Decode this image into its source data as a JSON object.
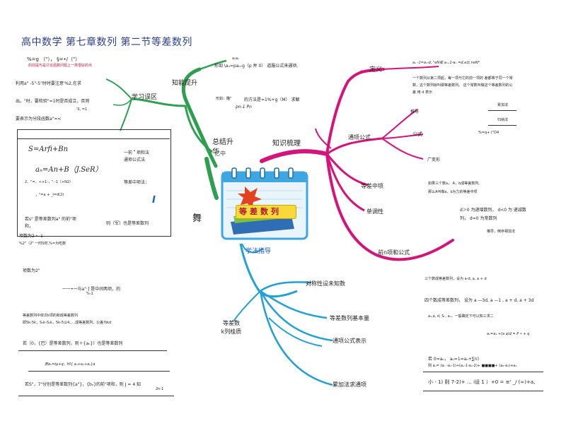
{
  "title": "高中数学 第七章数列 第二节等差数列",
  "colors": {
    "green": "#2e9e4f",
    "magenta": "#d4147a",
    "blue": "#22a0d8",
    "title": "#2b3f8f",
    "icon_blue": "#3ea6e0",
    "book_green": "#7cc043"
  },
  "center": {
    "label": "等差数列",
    "side_glyph": "舞",
    "blue_mark": "I"
  },
  "branches": {
    "zhineng": "知能提升",
    "xuexi": "学习误区",
    "zongjie": "总结升华",
    "zhishi": "知识梳理",
    "xuefa": "学法指导",
    "dingyi": "定义",
    "tongxiang": "通项公式",
    "dengcha_zhongxiang": "等差中项",
    "dantiao": "单调性",
    "qianxiang": "前n项和公式",
    "duichen": "对称性设未知数",
    "jiben": "等差数列基本量",
    "biaoshi": "通项公式表示",
    "qiuhe": "累加法求通项",
    "xingzhi": "等差数\nk列桂质"
  },
  "left_notes": {
    "formula_top": "%=g （\"）， §=•/（\"）",
    "red_note": "的前提与是讨论函数问题上一类很好的点",
    "line1": "利用a\" -5\"-5\"时时要注意'%2,在求",
    "line2": "出。\"时，要检验\"=1时是否成立，否则",
    "line3": "'S, =1",
    "line4": "要表示为分段函数a\"=<",
    "box_f1": "S=Arfi+Bn",
    "box_f2": "aₙ=An+B（J.SeR）",
    "box_r1": "一前＂项和法",
    "box_r2": "通项公式法",
    "box_l3": "2、\"=、<+1-，\" -1（+N2）",
    "box_r3": "等差中项法：",
    "box_l4": "，\"=a + _l=d(2)",
    "box_l5a": "若s\" 是等差数列a\" 的前\"项",
    "box_l5b": "和，",
    "box_r5": "则（军）也是等差数列",
    "below1": "项数为2・-1",
    "below2": "%2\"（2\" 一时S时,%=为吃数",
    "below3": "项数为2\"",
    "mid_a": "一一•一与a\"·]  是中间两项，的",
    "mid_b": "%-1",
    "sums1": "等差数列中依次k项的和成等差数列",
    "sums2": "即5k-5k，S₃k-S₂k，5k-5以4,,...成等差数列，公差为kd",
    "sums3": "若｛0，{巴）是等差数列，则＋{aₙ}）也是等差数列",
    "sums4": "若aₙ=tμ+q，Hl{ aₙ+aₙ+aₙ}a",
    "sums5": "若S\"，7\"分别是等差数列{a\"}，{bₙ}的前\"项和，则 J = 4 知",
    "sums5b": "2n-1"
  },
  "center_notes": {
    "n1a": "aₙaₙ",
    "n1b": "形如 \\aₙ=paₙ-g（p 并 0）  道服公式来通项,",
    "n2a": "形如：瞄\"",
    "n2b": "的方法是=1%+g（M） 求解",
    "n2c": "pn-1    Pn",
    "n3": "亿中"
  },
  "right_notes": {
    "def_formula": "aₙ -1=aₙ-d, \"eN或 aₙ₊1-aₙ =d,a比 neN*",
    "def_text1": "一个数列从第二项起，每一项与它的前一项的 差都等于同一个常",
    "def_text2": "数，这个数列就叫做等差数列。 这个常数叫做这个等差数列的公",
    "def_text3": "差 用 d 表示",
    "tuidao": "推导",
    "leijia": "累加法",
    "guina": "归纳法",
    "gongshi": "公式",
    "gs_formula": "%=q+ (\"D4",
    "guangbian": "广变形",
    "zx1": "如果三个数a，  A，b成等差数列,",
    "zx2": "那么A叫做a，b为力的等差中项",
    "dt1": "d＞0 为递增数列，  d<0 为 递减数",
    "dt2": "列，  d=0 为常数列",
    "qx": "推导，倒序相加法",
    "r_a": "三个数成等差数列，设为 a-d, a, a + d",
    "r_b": "四个数成等差数列，  设为 a  —3d, a  —1 , a  +  d, a  + 3d",
    "r_c": "a₁,a, d, Sₙ, aₙ，一般确定下可以知三求二",
    "r_d": "aₙ=a₁ +(a a)d = P  •  + q",
    "r_e": "若 0=aₙ， aₙ=1=aₙ+∑n)",
    "r_f": "则 aₙ= (aₙ -aₙ-1)+(aₙ-1-aₙ-2)+ ■■■■+ (a₂-a₁)+a₁",
    "r_g": "小 - 1) 则 7-2)+ … i设 1 ）+0 = ≡' _/ (∞)+a,"
  }
}
